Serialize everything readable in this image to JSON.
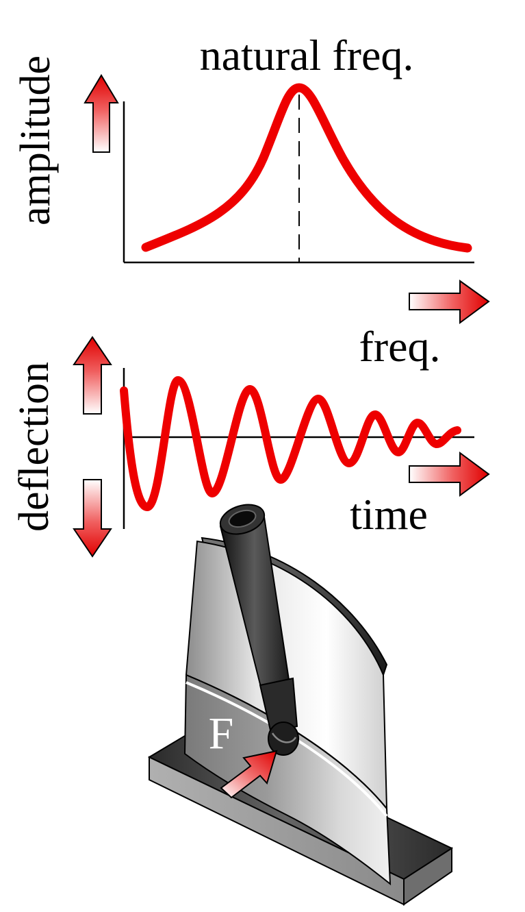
{
  "labels": {
    "natural_freq": "natural freq.",
    "amplitude": "amplitude",
    "freq": "freq.",
    "deflection": "deflection",
    "time": "time",
    "force": "F"
  },
  "colors": {
    "curve": "#ee0000",
    "arrow_red": "#e00000",
    "axis": "#000000"
  },
  "icons": {
    "amplitude_arrow": "arrow-up-icon",
    "freq_arrow": "arrow-right-icon",
    "deflection_up": "arrow-up-icon",
    "deflection_down": "arrow-down-icon",
    "time_arrow": "arrow-right-icon",
    "force_arrow": "arrow-up-right-icon"
  }
}
